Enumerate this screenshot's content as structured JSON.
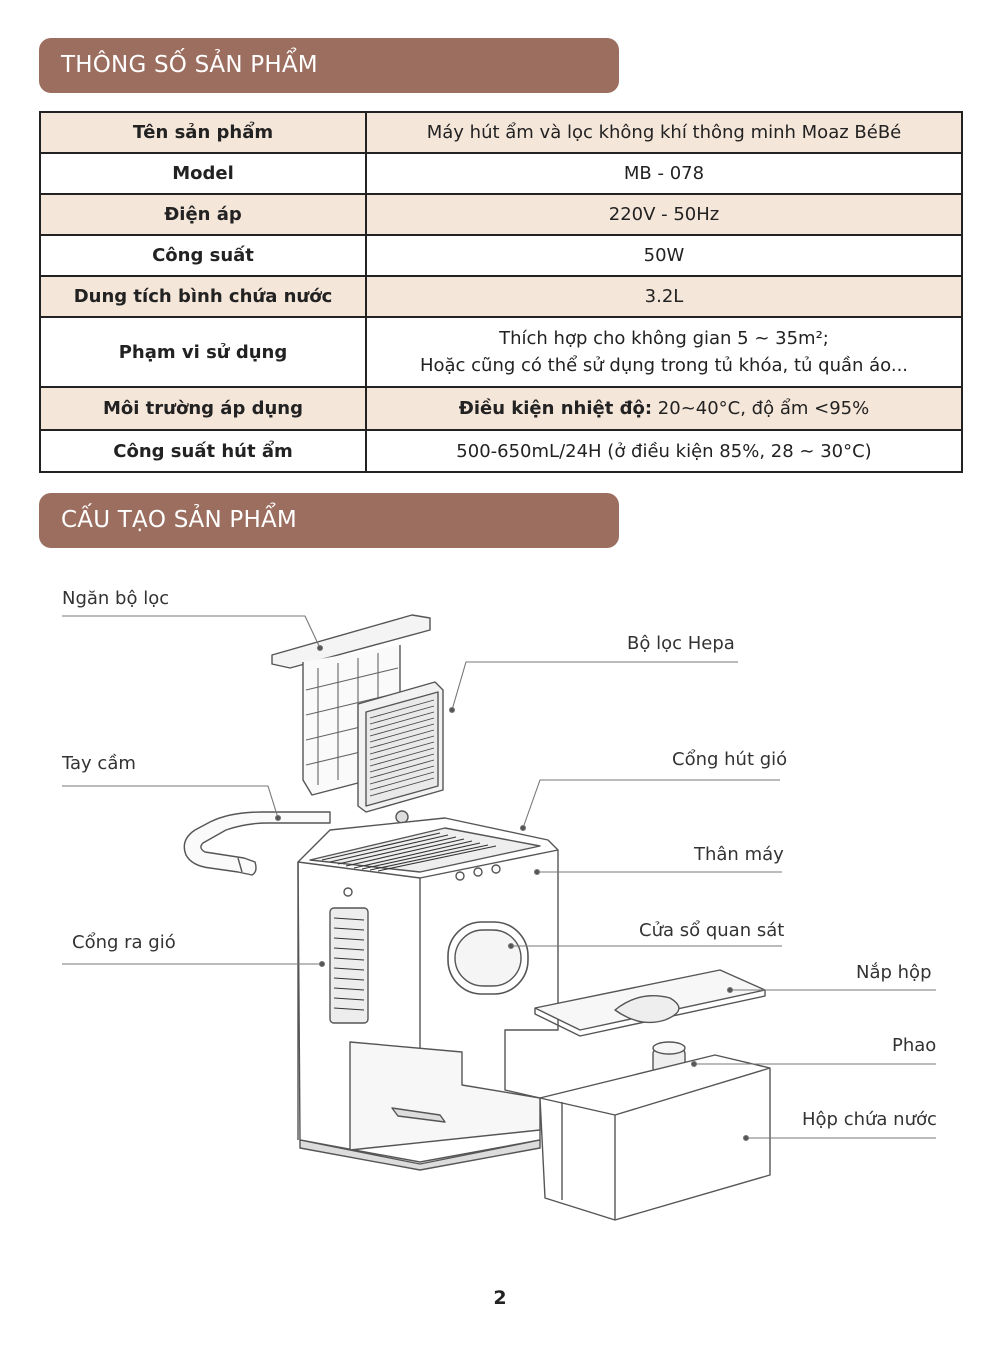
{
  "specs_section": {
    "title": "THÔNG SỐ SẢN PHẨM",
    "rows": [
      {
        "label": "Tên sản phẩm",
        "value": "Máy hút ẩm và lọc không khí thông minh Moaz BéBé"
      },
      {
        "label": "Model",
        "value": "MB - 078"
      },
      {
        "label": "Điện áp",
        "value": "220V - 50Hz"
      },
      {
        "label": "Công suất",
        "value": "50W"
      },
      {
        "label": "Dung tích bình chứa nước",
        "value": "3.2L"
      },
      {
        "label": "Phạm vi sử dụng",
        "value_line1": "Thích hợp cho không gian 5 ~ 35m²;",
        "value_line2": "Hoặc cũng có thể sử dụng trong tủ khóa, tủ quần áo..."
      },
      {
        "label": "Môi trường áp dụng",
        "value_bold": "Điều kiện nhiệt độ:",
        "value_rest": " 20~40°C, độ ẩm <95%"
      },
      {
        "label": "Công suất hút ẩm",
        "value": "500-650mL/24H (ở điều kiện 85%, 28 ~ 30°C)"
      }
    ]
  },
  "structure_section": {
    "title": "CẤU TẠO SẢN PHẨM",
    "callouts": {
      "filter_compartment": "Ngăn bộ lọc",
      "hepa_filter": "Bộ lọc Hepa",
      "handle": "Tay cầm",
      "air_intake": "Cổng hút gió",
      "body": "Thân máy",
      "air_outlet": "Cổng ra gió",
      "viewing_window": "Cửa sổ quan sát",
      "box_lid": "Nắp hộp",
      "float": "Phao",
      "water_tank": "Hộp chứa nước"
    }
  },
  "page_number": "2"
}
